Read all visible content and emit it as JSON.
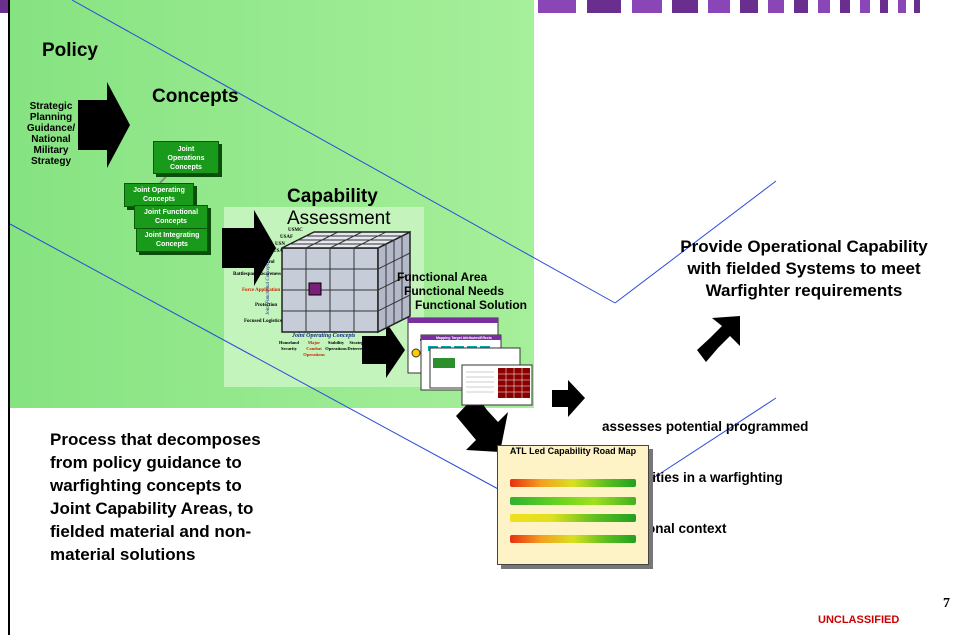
{
  "header": {
    "accent_color": "#6a2f8e",
    "accent_light": "#9c5bc6"
  },
  "diagram": {
    "policy": "Policy",
    "strategic_lines": [
      "Strategic",
      "Planning",
      "Guidance/",
      "National",
      "Military",
      "Strategy"
    ],
    "concepts": "Concepts",
    "concept_boxes": {
      "joint_operations": [
        "Joint",
        "Operations",
        "Concepts"
      ],
      "joint_operating": [
        "Joint Operating",
        "Concepts"
      ],
      "joint_functional": [
        "Joint Functional",
        "Concepts"
      ],
      "joint_integrating": [
        "Joint Integrating",
        "Concepts"
      ]
    },
    "capability_assessment": [
      "Capability",
      "Assessment"
    ],
    "cube": {
      "services": [
        "USMC",
        "USAF",
        "USN",
        "USA"
      ],
      "left_labels": [
        "Control",
        "Battlespace Awareness",
        "Force Application",
        "Protection",
        "Focused Logistics"
      ],
      "side_axis": "Joint Functional Concepts",
      "bottom_axis": "Joint Operating Concepts",
      "bottom_labels": [
        "Homeland Security",
        "Major Combat Operations",
        "Stability Operations",
        "Strategic Deterrence"
      ]
    },
    "functional": [
      "Functional Area",
      "Functional Needs",
      "Functional Solution"
    ],
    "doc_titles": [
      "Mapping Target Attributes/Effects"
    ],
    "operational_capability": [
      "Provide Operational Capability",
      "with fielded Systems to meet",
      "Warfighter requirements"
    ],
    "assesses": [
      "assesses potential programmed",
      " capabilities in a warfighting",
      "operational context"
    ],
    "roadmap_title": "ATL Led Capability Road Map",
    "process": [
      "Process that decomposes",
      "from policy guidance to",
      "warfighting concepts to",
      "Joint Capability Areas, to",
      "fielded material and non-",
      "material solutions"
    ]
  },
  "footer": {
    "page_number": "7",
    "classification": "UNCLASSIFIED",
    "classification_color": "#cc0000"
  }
}
